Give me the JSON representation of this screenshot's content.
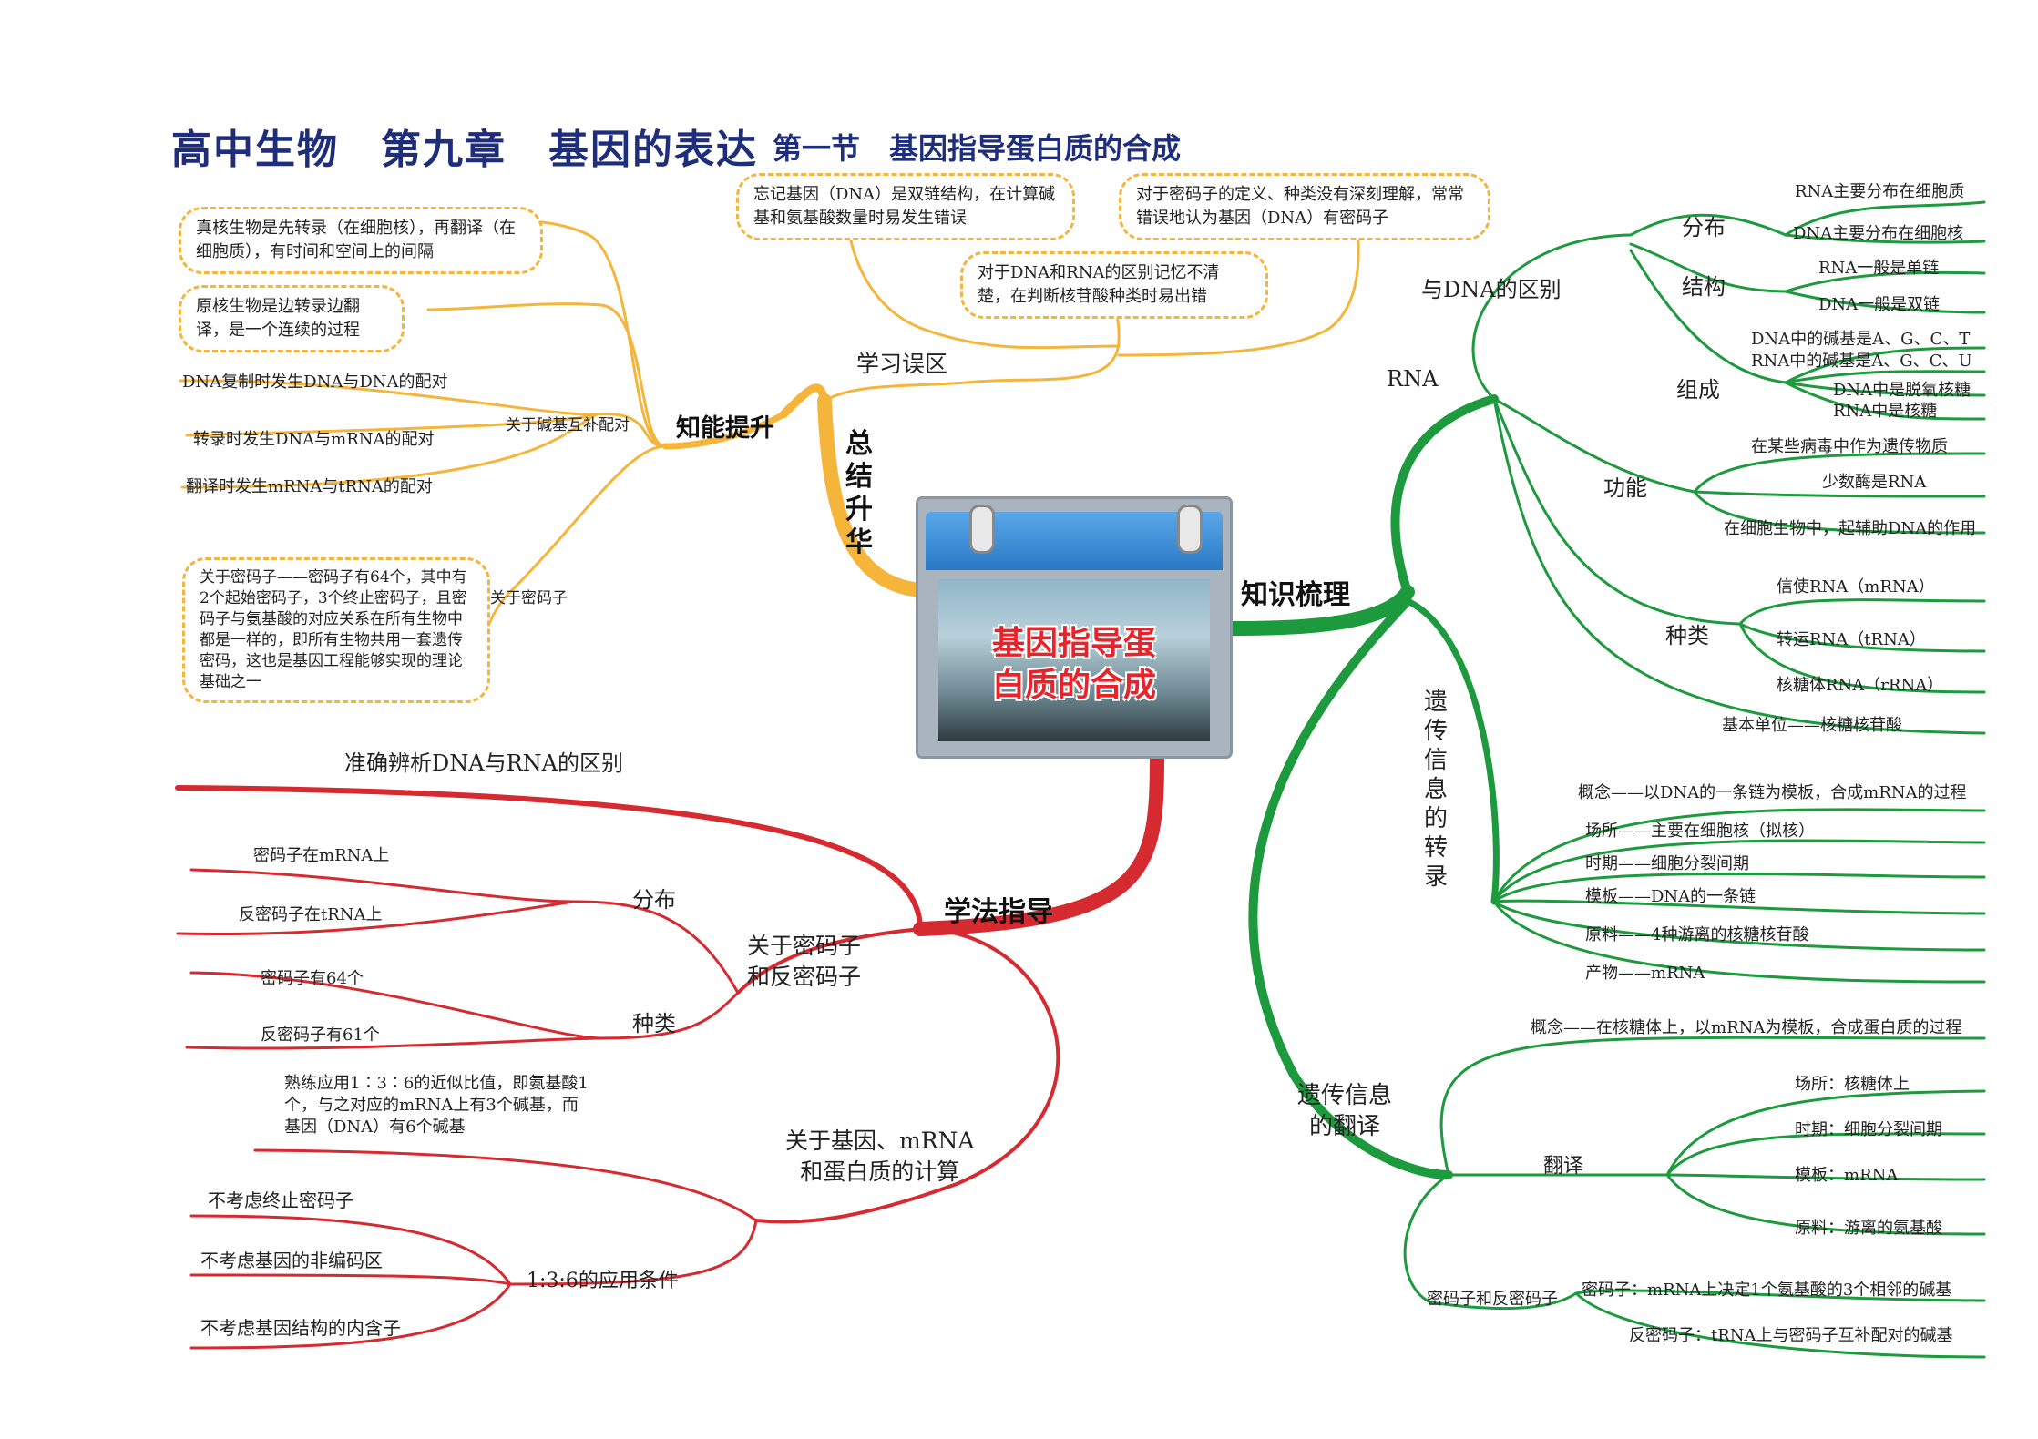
{
  "title": {
    "main": "高中生物　第九章　基因的表达",
    "section": "第一节　基因指导蛋白质的合成"
  },
  "center": {
    "label_line1": "基因指导蛋",
    "label_line2": "白质的合成"
  },
  "colors": {
    "orange": "#f5b43a",
    "green": "#1e9a3e",
    "red": "#d42a30",
    "title_blue": "#1f2e7a"
  },
  "orange_branch": {
    "label": "总结升华",
    "zhineng": {
      "label": "知能提升",
      "box1": "真核生物是先转录（在细胞核），再翻译（在细胞质），有时间和空间上的间隔",
      "box2": "原核生物是边转录边翻译，是一个连续的过程",
      "pairing": {
        "label": "关于碱基互补配对",
        "items": [
          "DNA复制时发生DNA与DNA的配对",
          "转录时发生DNA与mRNA的配对",
          "翻译时发生mRNA与tRNA的配对"
        ]
      },
      "codon": {
        "label": "关于密码子",
        "box": "关于密码子——密码子有64个，其中有2个起始密码子，3个终止密码子，且密码子与氨基酸的对应关系在所有生物中都是一样的，即所有生物共用一套遗传密码，这也是基因工程能够实现的理论基础之一"
      }
    },
    "mistakes": {
      "label": "学习误区",
      "box1": "忘记基因（DNA）是双链结构，在计算碱基和氨基酸数量时易发生错误",
      "box2": "对于DNA和RNA的区别记忆不清楚，在判断核苷酸种类时易出错",
      "box3": "对于密码子的定义、种类没有深刻理解，常常错误地认为基因（DNA）有密码子"
    }
  },
  "green_branch": {
    "label": "知识梳理",
    "rna": {
      "label": "RNA",
      "diff": {
        "label": "与DNA的区别",
        "distribution": {
          "label": "分布",
          "items": [
            "RNA主要分布在细胞质",
            "DNA主要分布在细胞核"
          ]
        },
        "structure": {
          "label": "结构",
          "items": [
            "RNA一般是单链",
            "DNA一般是双链"
          ]
        },
        "composition": {
          "label": "组成",
          "items": [
            "DNA中的碱基是A、G、C、T",
            "RNA中的碱基是A、G、C、U",
            "DNA中是脱氧核糖",
            "RNA中是核糖"
          ]
        }
      },
      "function": {
        "label": "功能",
        "items": [
          "在某些病毒中作为遗传物质",
          "少数酶是RNA",
          "在细胞生物中，起辅助DNA的作用"
        ]
      },
      "types": {
        "label": "种类",
        "items": [
          "信使RNA（mRNA）",
          "转运RNA（tRNA）",
          "核糖体RNA（rRNA）"
        ]
      },
      "unit": "基本单位——核糖核苷酸"
    },
    "transcription": {
      "label": "遗传信息的转录",
      "items": [
        "概念——以DNA的一条链为模板，合成mRNA的过程",
        "场所——主要在细胞核（拟核）",
        "时期——细胞分裂间期",
        "模板——DNA的一条链",
        "原料——4种游离的核糖核苷酸",
        "产物——mRNA"
      ]
    },
    "translation": {
      "label_line1": "遗传信息",
      "label_line2": "的翻译",
      "concept": "概念——在核糖体上，以mRNA为模板，合成蛋白质的过程",
      "process": {
        "label": "翻译",
        "items": [
          "场所：核糖体上",
          "时期：细胞分裂间期",
          "模板：mRNA",
          "原料：游离的氨基酸"
        ]
      },
      "codons": {
        "label": "密码子和反密码子",
        "items": [
          "密码子：mRNA上决定1个氨基酸的3个相邻的碱基",
          "反密码子：tRNA上与密码子互补配对的碱基"
        ]
      }
    }
  },
  "red_branch": {
    "label": "学法指导",
    "top": "准确辨析DNA与RNA的区别",
    "codon": {
      "label_line1": "关于密码子",
      "label_line2": "和反密码子",
      "distribution": {
        "label": "分布",
        "items": [
          "密码子在mRNA上",
          "反密码子在tRNA上"
        ]
      },
      "types": {
        "label": "种类",
        "items": [
          "密码子有64个",
          "反密码子有61个"
        ]
      }
    },
    "calc": {
      "label_line1": "关于基因、mRNA",
      "label_line2": "和蛋白质的计算",
      "note": "熟练应用1∶3∶6的近似比值，即氨基酸1个，与之对应的mRNA上有3个碱基，而基因（DNA）有6个碱基",
      "conditions": {
        "label": "1:3:6的应用条件",
        "items": [
          "不考虑终止密码子",
          "不考虑基因的非编码区",
          "不考虑基因结构的内含子"
        ]
      }
    }
  }
}
